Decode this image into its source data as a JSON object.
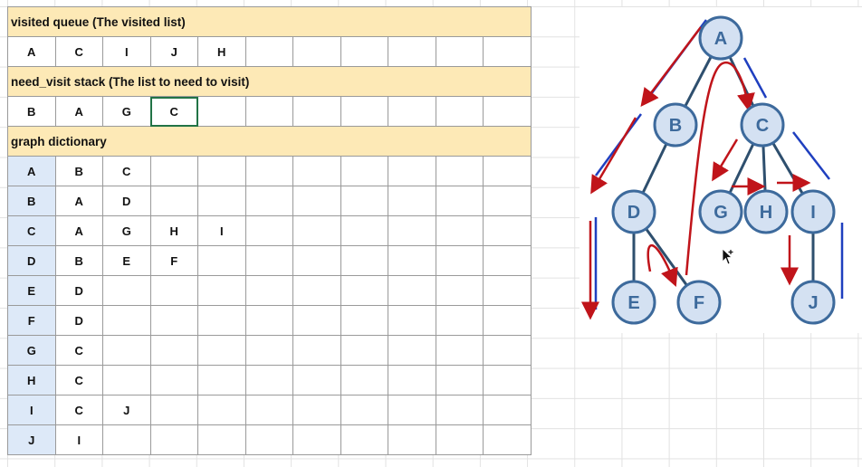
{
  "visited": {
    "header": "visited queue (The visited list)",
    "cells": [
      "A",
      "C",
      "I",
      "J",
      "H",
      "",
      "",
      "",
      "",
      "",
      ""
    ]
  },
  "need_visit": {
    "header": "need_visit stack (The list to need to visit)",
    "cells": [
      "B",
      "A",
      "G",
      "C",
      "",
      "",
      "",
      "",
      "",
      "",
      ""
    ]
  },
  "graph_dict": {
    "header": "graph dictionary",
    "rows": [
      {
        "key": "A",
        "values": [
          "B",
          "C"
        ]
      },
      {
        "key": "B",
        "values": [
          "A",
          "D"
        ]
      },
      {
        "key": "C",
        "values": [
          "A",
          "G",
          "H",
          "I"
        ]
      },
      {
        "key": "D",
        "values": [
          "B",
          "E",
          "F"
        ]
      },
      {
        "key": "E",
        "values": [
          "D"
        ]
      },
      {
        "key": "F",
        "values": [
          "D"
        ]
      },
      {
        "key": "G",
        "values": [
          "C"
        ]
      },
      {
        "key": "H",
        "values": [
          "C"
        ]
      },
      {
        "key": "I",
        "values": [
          "C",
          "J"
        ]
      },
      {
        "key": "J",
        "values": [
          "I"
        ]
      }
    ]
  },
  "graph": {
    "nodes": [
      "A",
      "B",
      "C",
      "D",
      "G",
      "H",
      "I",
      "E",
      "F",
      "J"
    ],
    "colors": {
      "node_fill": "#d4e1f2",
      "node_stroke": "#3d6a9c",
      "node_text": "#3d6a9c",
      "edge": "#2e4f6e",
      "red_arrow": "#c0141a",
      "blue_line": "#1f3fbf"
    }
  },
  "selected_cell": "need_visit.cells.3",
  "cursor_icon": "move-cursor-icon"
}
